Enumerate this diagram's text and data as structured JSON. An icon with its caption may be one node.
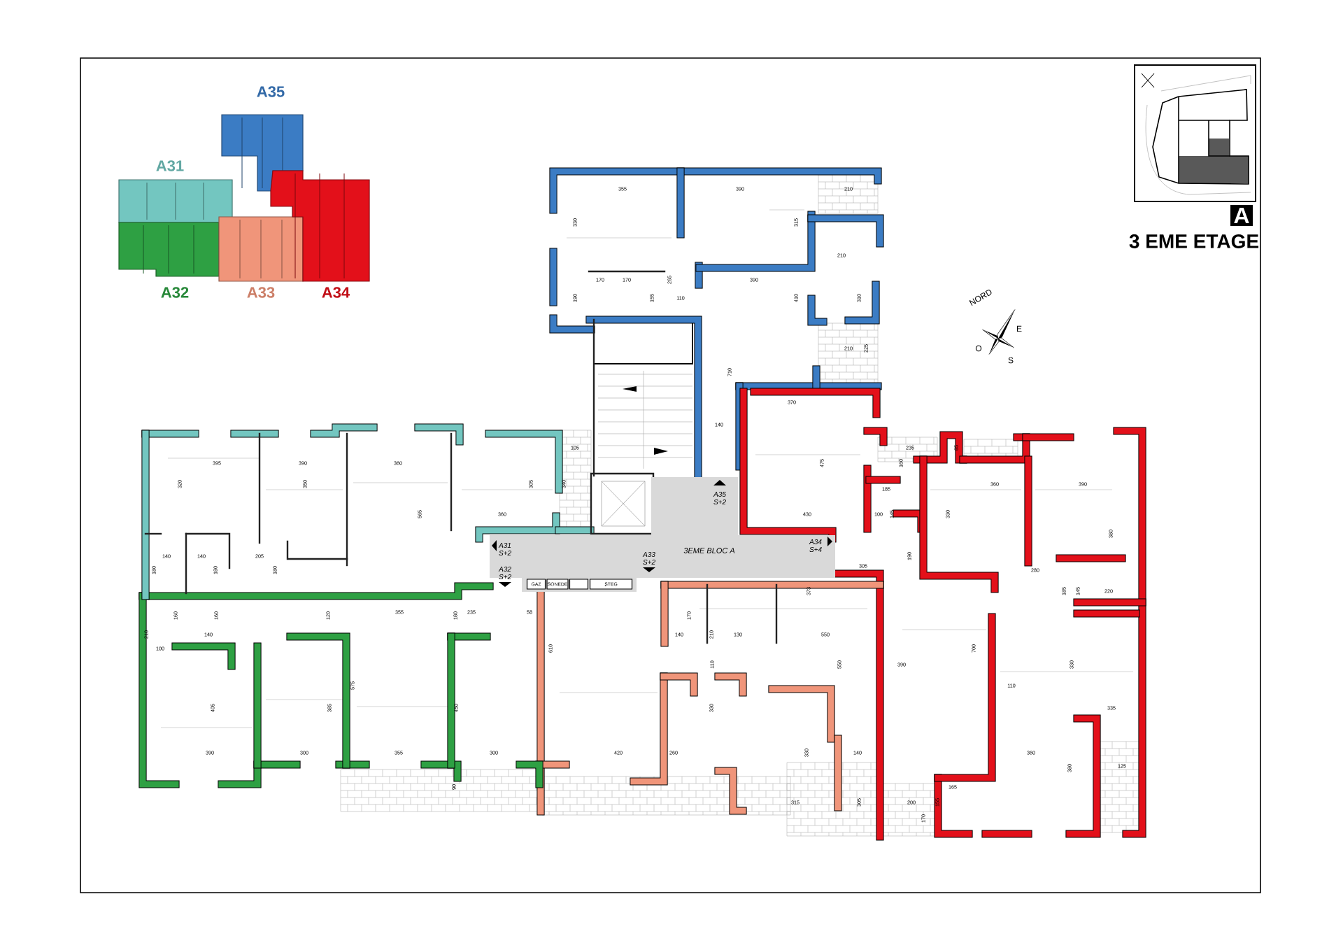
{
  "diagram": {
    "nodes": [
      {
        "text": [
          "A35"
        ]
      },
      {
        "text": [
          "A31"
        ]
      },
      {
        "text": [
          "A32"
        ]
      },
      {
        "text": [
          "A33"
        ]
      },
      {
        "text": [
          "A34"
        ]
      },
      {
        "text": [
          "A35 S+2",
          "A31 S+2",
          "3EME  BLOC A",
          "A34 S+4",
          "A33 S+2",
          "A32 S+2"
        ]
      },
      {
        "text": [
          "GAZ"
        ],
        "in": 5
      },
      {
        "text": [
          "SONEDE"
        ],
        "in": 5
      },
      {
        "text": [],
        "shape": "box",
        "in": 5
      },
      {
        "text": [
          "STEG"
        ],
        "in": 5
      },
      {
        "text": [
          "A"
        ]
      }
    ],
    "labels": [
      "355",
      "390",
      "210",
      "330",
      "315",
      "3 EME ETAGE",
      "210",
      "170",
      "170",
      "265",
      "390",
      "190",
      "155",
      "110",
      "410",
      "310",
      "NORD",
      "E",
      "210",
      "225",
      "O",
      "S",
      "710",
      "370",
      "140",
      "105",
      "235",
      "85",
      "395",
      "390",
      "360",
      "475",
      "160",
      "320",
      "350",
      "305",
      "340",
      "185",
      "360",
      "390",
      "565",
      "360",
      "430",
      "100",
      "145",
      "330",
      "380",
      "140",
      "140",
      "205",
      "190",
      "180",
      "180",
      "180",
      "305",
      "280",
      "373",
      "185",
      "145",
      "220",
      "160",
      "160",
      "120",
      "355",
      "180",
      "235",
      "58",
      "170",
      "210",
      "140",
      "140",
      "210",
      "130",
      "550",
      "100",
      "610",
      "700",
      "110",
      "550",
      "390",
      "330",
      "575",
      "110",
      "405",
      "385",
      "450",
      "330",
      "335",
      "390",
      "300",
      "355",
      "300",
      "420",
      "260",
      "330",
      "140",
      "360",
      "380",
      "125",
      "90",
      "165",
      "315",
      "305",
      "200",
      "155",
      "170"
    ]
  }
}
